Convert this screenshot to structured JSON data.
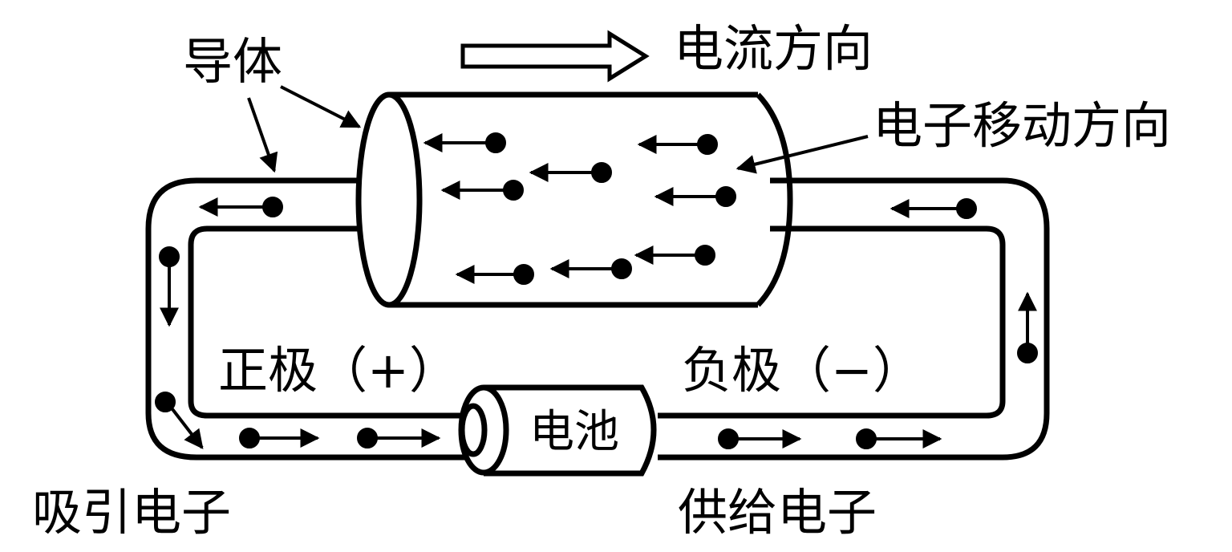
{
  "labels": {
    "conductor": "导体",
    "current_direction": "电流方向",
    "electron_direction": "电子移动方向",
    "positive_pole": "正极（+）",
    "negative_pole": "负极（−）",
    "battery": "电池",
    "attract_electrons": "吸引电子",
    "supply_electrons": "供给电子"
  }
}
